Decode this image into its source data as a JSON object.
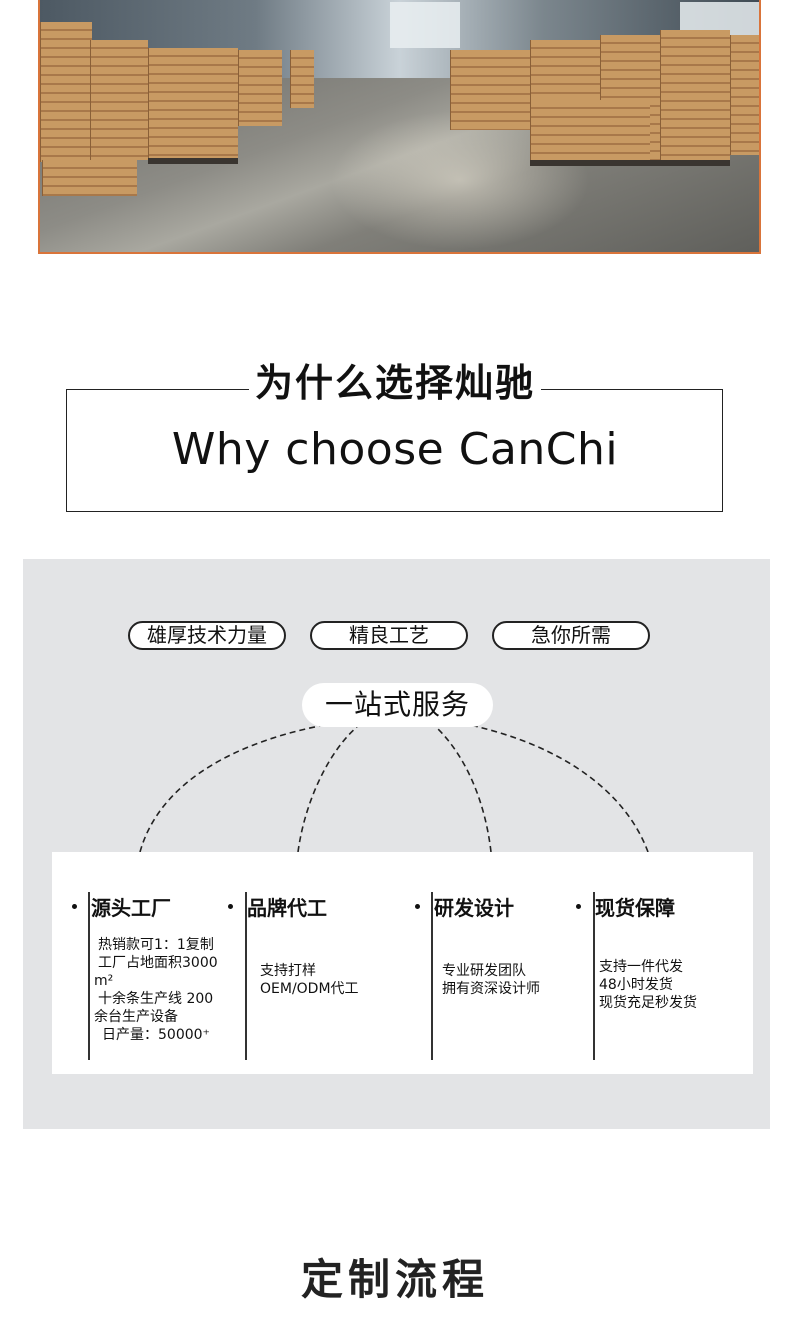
{
  "section_title": {
    "cn": "为什么选择灿驰",
    "en": "Why choose CanChi"
  },
  "features": {
    "pills": [
      "雄厚技术力量",
      "精良工艺",
      "急你所需"
    ],
    "center": "一站式服务",
    "columns": [
      {
        "heading": "源头工厂",
        "lines": [
          "热销款可1：1复制",
          "工厂占地面积3000",
          "m²",
          "十余条生产线 200",
          "余台生产设备",
          "日产量：50000⁺"
        ]
      },
      {
        "heading": "品牌代工",
        "lines": [
          "支持打样",
          "OEM/ODM代工"
        ]
      },
      {
        "heading": "研发设计",
        "lines": [
          "专业研发团队",
          "拥有资深设计师"
        ]
      },
      {
        "heading": "现货保障",
        "lines": [
          "支持一件代发",
          "48小时发货",
          "现货充足秒发货"
        ]
      }
    ]
  },
  "next_section": {
    "title": "定制流程"
  },
  "colors": {
    "photo_border": "#d9743a",
    "panel_bg": "#e3e4e6"
  }
}
